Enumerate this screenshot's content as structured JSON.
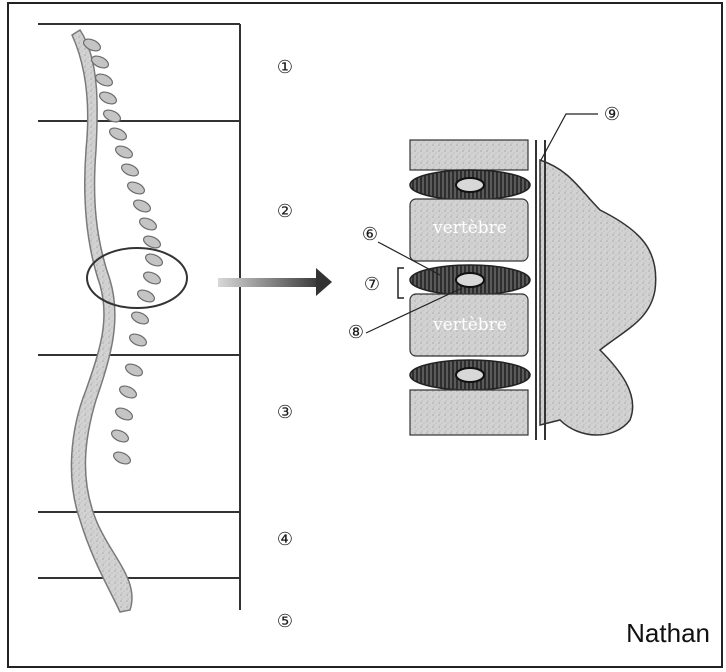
{
  "regions": [
    {
      "id": "cervical",
      "label": "①"
    },
    {
      "id": "thoracic",
      "label": "②"
    },
    {
      "id": "lumbar",
      "label": "③"
    },
    {
      "id": "sacrum",
      "label": "④"
    },
    {
      "id": "coccyx",
      "label": "⑤"
    }
  ],
  "callouts": [
    {
      "id": "six",
      "label": "⑥"
    },
    {
      "id": "seven",
      "label": "⑦"
    },
    {
      "id": "eight",
      "label": "⑧"
    },
    {
      "id": "nine",
      "label": "⑨"
    }
  ],
  "vertebra_labels": [
    "vertèbre",
    "vertèbre"
  ],
  "credit": "Nathan",
  "colors": {
    "bone": "#cfcfcf",
    "bone_dark": "#8a8a8a",
    "disc": "#4a4a4a",
    "nucleus": "#1e1e1e",
    "line": "#222222",
    "arrow": "#555555"
  }
}
